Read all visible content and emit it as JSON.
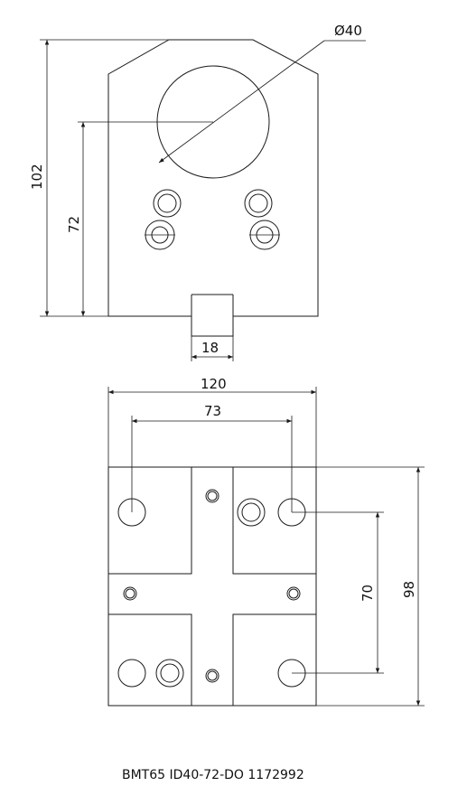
{
  "top_view": {
    "dim_diameter": "Ø40",
    "dim_height_total": "102",
    "dim_height_center": "72",
    "dim_slot_width": "18"
  },
  "bottom_view": {
    "dim_width_total": "120",
    "dim_hole_spacing_x": "73",
    "dim_hole_spacing_y": "70",
    "dim_depth_total": "98"
  },
  "caption": "BMT65 ID40-72-DO  1172992",
  "colors": {
    "line": "#1a1a1a",
    "background": "#ffffff"
  }
}
